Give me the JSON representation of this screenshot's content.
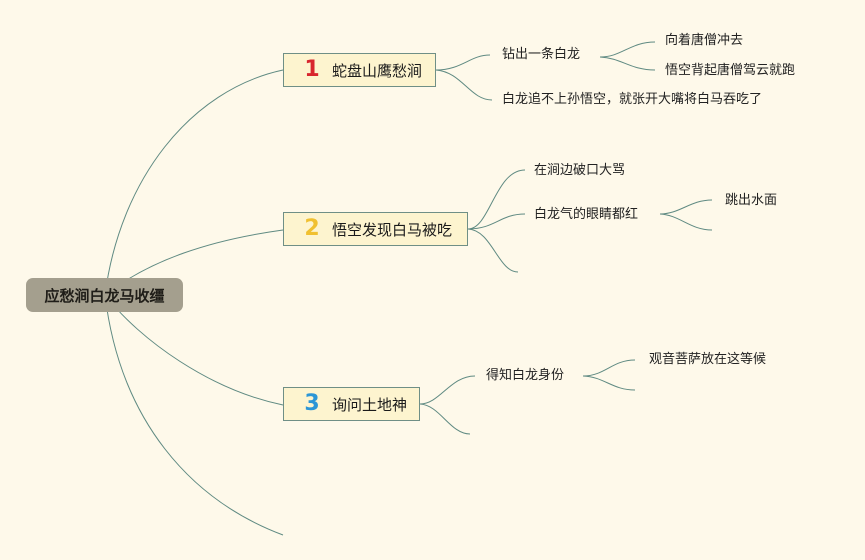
{
  "root": {
    "label": "应愁涧白龙马收缰"
  },
  "colors": {
    "background": "#fef9ea",
    "link": "#5f8a82",
    "root_fill": "#a49f8e",
    "branch_fill": "#fdf4cf"
  },
  "branches": [
    {
      "number": "1",
      "number_color": "#d8262e",
      "label": "蛇盘山鹰愁涧",
      "children": [
        {
          "label": "钻出一条白龙",
          "children": [
            {
              "label": "向着唐僧冲去"
            },
            {
              "label": "悟空背起唐僧驾云就跑"
            }
          ]
        },
        {
          "label": "白龙追不上孙悟空，就张开大嘴将白马吞吃了"
        }
      ]
    },
    {
      "number": "2",
      "number_color": "#f0c030",
      "label": "悟空发现白马被吃",
      "children": [
        {
          "label": "在涧边破口大骂"
        },
        {
          "label": "白龙气的眼睛都红",
          "children": [
            {
              "label": "跳出水面"
            }
          ]
        }
      ]
    },
    {
      "number": "3",
      "number_color": "#2c96d6",
      "label": "询问土地神",
      "children": [
        {
          "label": "得知白龙身份",
          "children": [
            {
              "label": "观音菩萨放在这等候"
            }
          ]
        }
      ]
    }
  ]
}
